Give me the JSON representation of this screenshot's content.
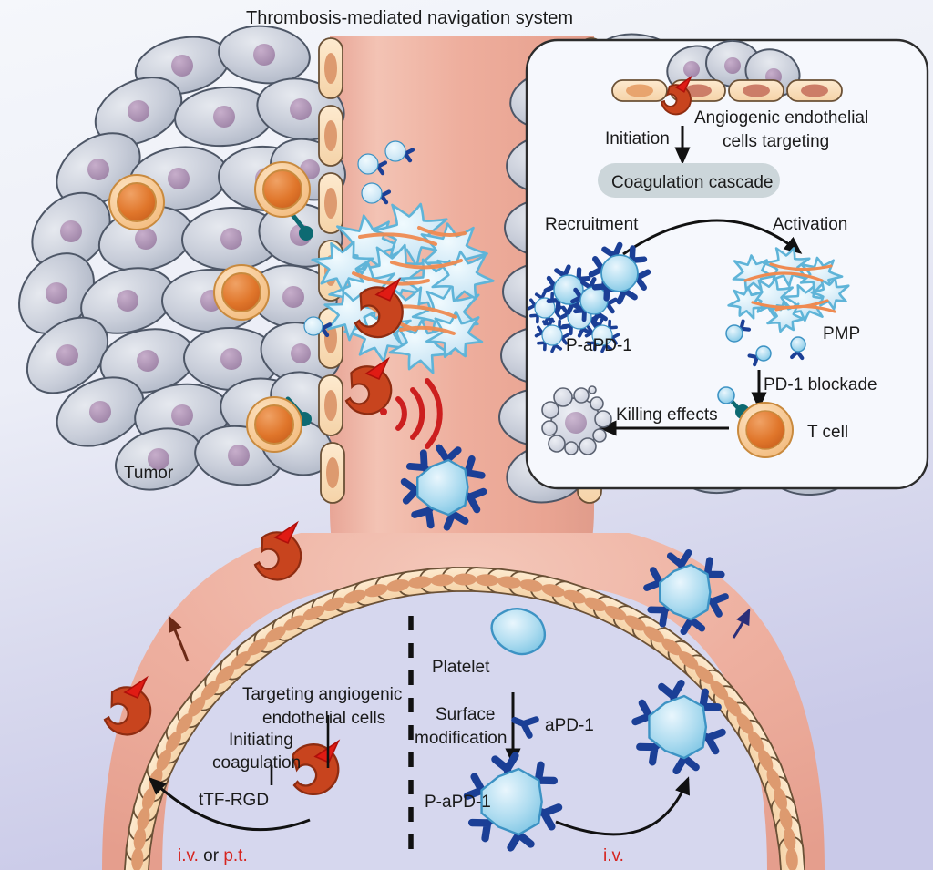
{
  "figure": {
    "title": "Thrombosis-mediated navigation system",
    "domain": "scientific-schematic",
    "background": {
      "top_color": "#f4f6fa",
      "bottom_color": "#ccccea"
    }
  },
  "colors": {
    "tumor_cell_fill": "#c3c8d4",
    "tumor_cell_nucleus": "#a98fae",
    "tcell_ring": "#f6c38a",
    "tcell_core": "#e07c34",
    "vessel_blood": "#eead9f",
    "endothelial_fill": "#f8dcb9",
    "endothelial_nucleus": "#e8a46e",
    "platelet_fill": "#a6d6ee",
    "antibody_blue": "#1b3f96",
    "ttf_rgd_red": "#c8441e",
    "rgd_arrow_red": "#e01b14",
    "signal_red": "#cc1f1f",
    "fibrin_orange": "#ef8b52",
    "pill_fill": "#ccd6da",
    "inset_fill": "#f6f8fd",
    "accent_red_text": "#d6241f"
  },
  "main_labels": {
    "tumor": "Tumor",
    "platelet": "Platelet",
    "apd1": "aPD-1",
    "papd1": "P-aPD-1",
    "surface_modification_line1": "Surface",
    "surface_modification_line2": "modification",
    "targeting_line1": "Targeting angiogenic",
    "targeting_line2": "endothelial cells",
    "initiating_line1": "Initiating",
    "initiating_line2": "coagulation",
    "ttf_rgd": "tTF-RGD",
    "route_left_iv": "i.v.",
    "route_left_or": " or ",
    "route_left_pt": "p.t.",
    "route_right_iv": "i.v."
  },
  "inset": {
    "initiation": "Initiation",
    "angiogenic_line1": "Angiogenic endothelial",
    "angiogenic_line2": "cells targeting",
    "coagulation_cascade": "Coagulation cascade",
    "recruitment": "Recruitment",
    "activation": "Activation",
    "papd1": "P-aPD-1",
    "pmp": "PMP",
    "pd1_blockade": "PD-1 blockade",
    "killing_effects": "Killing effects",
    "tcell": "T cell"
  },
  "chart_data": {
    "type": "diagram",
    "title": "Thrombosis-mediated navigation system",
    "nodes": [
      {
        "id": "tumor",
        "label": "Tumor",
        "kind": "tissue"
      },
      {
        "id": "platelet",
        "label": "Platelet",
        "kind": "particle"
      },
      {
        "id": "apd1",
        "label": "aPD-1",
        "kind": "antibody"
      },
      {
        "id": "papd1",
        "label": "P-aPD-1",
        "kind": "particle"
      },
      {
        "id": "ttf-rgd",
        "label": "tTF-RGD",
        "kind": "protein"
      },
      {
        "id": "coagulation-cascade",
        "label": "Coagulation cascade",
        "kind": "process"
      },
      {
        "id": "pmp",
        "label": "PMP",
        "kind": "particle"
      },
      {
        "id": "tcell",
        "label": "T cell",
        "kind": "cell"
      }
    ],
    "edges": [
      {
        "from": "platelet",
        "to": "papd1",
        "label": "Surface modification"
      },
      {
        "from": "ttf-rgd",
        "to": "tumor-vessel",
        "label": "Targeting angiogenic endothelial cells"
      },
      {
        "from": "ttf-rgd",
        "to": "coagulation-cascade",
        "label": "Initiating coagulation"
      },
      {
        "from": "ttf-rgd",
        "to": "coagulation-cascade",
        "label": "Initiation"
      },
      {
        "from": "coagulation-cascade",
        "to": "papd1",
        "label": "Recruitment"
      },
      {
        "from": "papd1",
        "to": "pmp",
        "label": "Activation"
      },
      {
        "from": "pmp",
        "to": "tcell",
        "label": "PD-1 blockade"
      },
      {
        "from": "tcell",
        "to": "tumor",
        "label": "Killing effects"
      },
      {
        "from": "injection",
        "to": "ttf-rgd",
        "label": "i.v. or p.t."
      },
      {
        "from": "injection",
        "to": "papd1",
        "label": "i.v."
      }
    ]
  }
}
